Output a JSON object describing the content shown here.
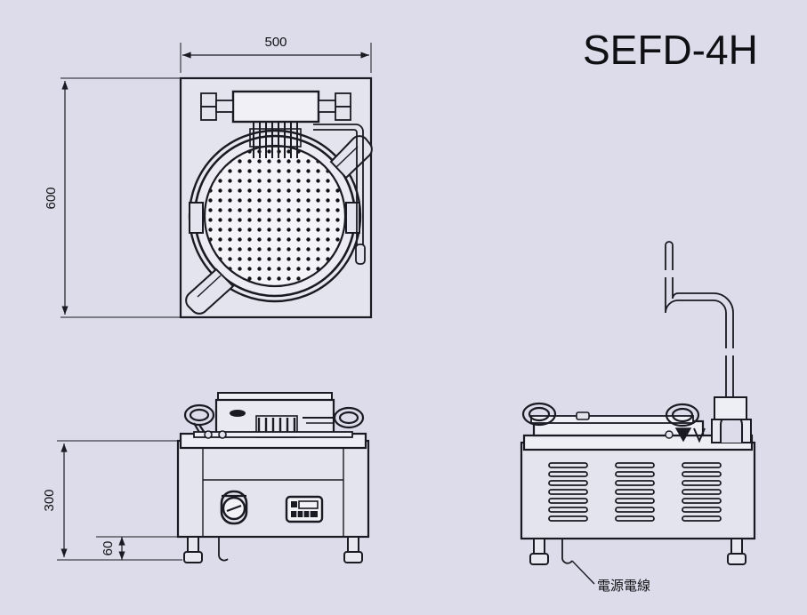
{
  "sheet": {
    "background_color": "#dcdcea",
    "line_color": "#1a1a22",
    "fill_light": "#e4e4ef",
    "fill_white": "#f2f2f7"
  },
  "title": {
    "model_label": "SEFD-4H"
  },
  "dimensions": {
    "top_view_width": "500",
    "top_view_depth": "600",
    "front_view_height": "300",
    "leg_height": "60"
  },
  "annotations": {
    "power_cord_label": "電源電線"
  },
  "views": {
    "top_view_name": "top-view",
    "front_view_name": "front-view",
    "side_view_name": "side-view"
  }
}
